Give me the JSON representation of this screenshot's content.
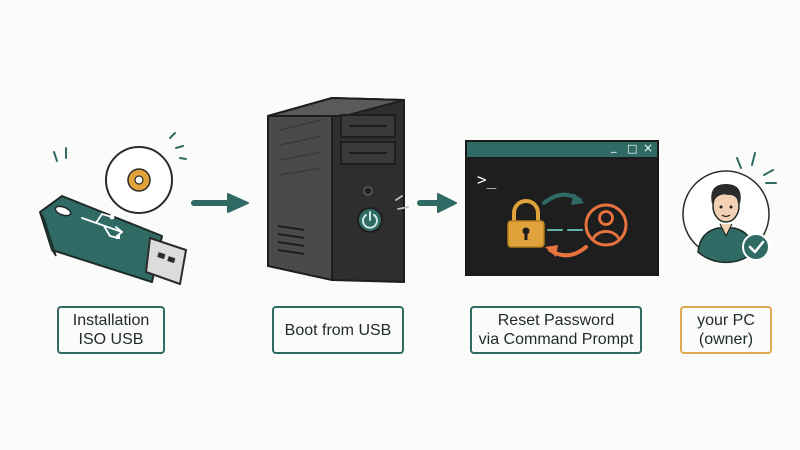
{
  "steps": [
    {
      "id": "usb",
      "lines": [
        "Installation",
        "ISO USB"
      ]
    },
    {
      "id": "boot",
      "lines": [
        "Boot from USB"
      ]
    },
    {
      "id": "reset",
      "lines": [
        "Reset Password",
        "via Command Prompt"
      ]
    },
    {
      "id": "owner",
      "lines": [
        "your PC",
        "(owner)"
      ]
    }
  ],
  "terminal": {
    "prompt": ">_",
    "window_controls": [
      "_",
      "□",
      "×"
    ]
  },
  "colors": {
    "teal": "#2f6b64",
    "dark": "#2b2b2b",
    "terminal_bg": "#1e1e1e",
    "orange": "#e8733f",
    "gold": "#e0a23a",
    "owner_border": "#e0a955"
  },
  "icons": [
    "usb-drive-icon",
    "disc-icon",
    "pc-tower-icon",
    "power-icon",
    "terminal-window-icon",
    "padlock-icon",
    "user-icon",
    "avatar-icon",
    "checkmark-icon",
    "arrow-icon"
  ]
}
